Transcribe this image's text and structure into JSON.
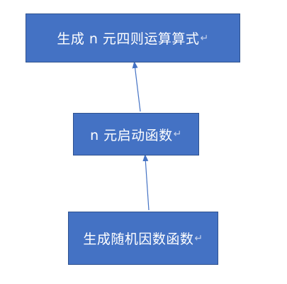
{
  "diagram": {
    "nodes": [
      {
        "id": "top",
        "label": "生成 n 元四则运算算式",
        "mark": "↵"
      },
      {
        "id": "middle",
        "label": "n 元启动函数",
        "mark": "↵"
      },
      {
        "id": "bottom",
        "label": "生成随机因数函数",
        "mark": "↵"
      }
    ],
    "edges": [
      {
        "from": "bottom",
        "to": "middle"
      },
      {
        "from": "middle",
        "to": "top"
      }
    ],
    "colors": {
      "box_fill": "#4472c4",
      "box_border": "#2f528f",
      "text": "#ffffff",
      "arrow": "#4472c4"
    }
  }
}
